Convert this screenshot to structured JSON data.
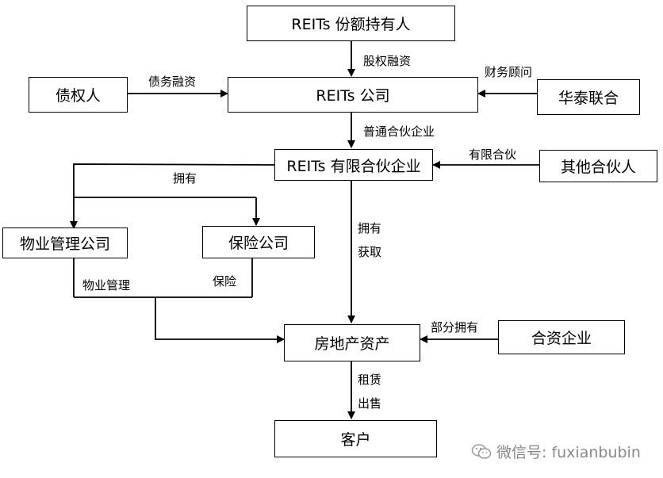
{
  "nodes": {
    "reits_holder": "REITs 份额持有人",
    "creditor": "债权人",
    "reits_company": "REITs 公司",
    "huatai": "华泰联合",
    "reits_lp": "REITs 有限合伙企业",
    "other_partners": "其他合伙人",
    "property_mgmt_co": "物业管理公司",
    "insurance_co": "保险公司",
    "real_estate": "房地产资产",
    "jv": "合资企业",
    "customers": "客户"
  },
  "edge_labels": {
    "equity_financing": "股权融资",
    "debt_financing": "债务融资",
    "financial_advisor": "财务顾问",
    "general_partnership": "普通合伙企业",
    "limited_partnership": "有限合伙",
    "owns_left": "拥有",
    "owns": "拥有",
    "acquire": "获取",
    "property_management": "物业管理",
    "insurance": "保险",
    "partial_ownership": "部分拥有",
    "lease": "租赁",
    "sell": "出售"
  },
  "watermark": "微信号: fuxianbubin"
}
